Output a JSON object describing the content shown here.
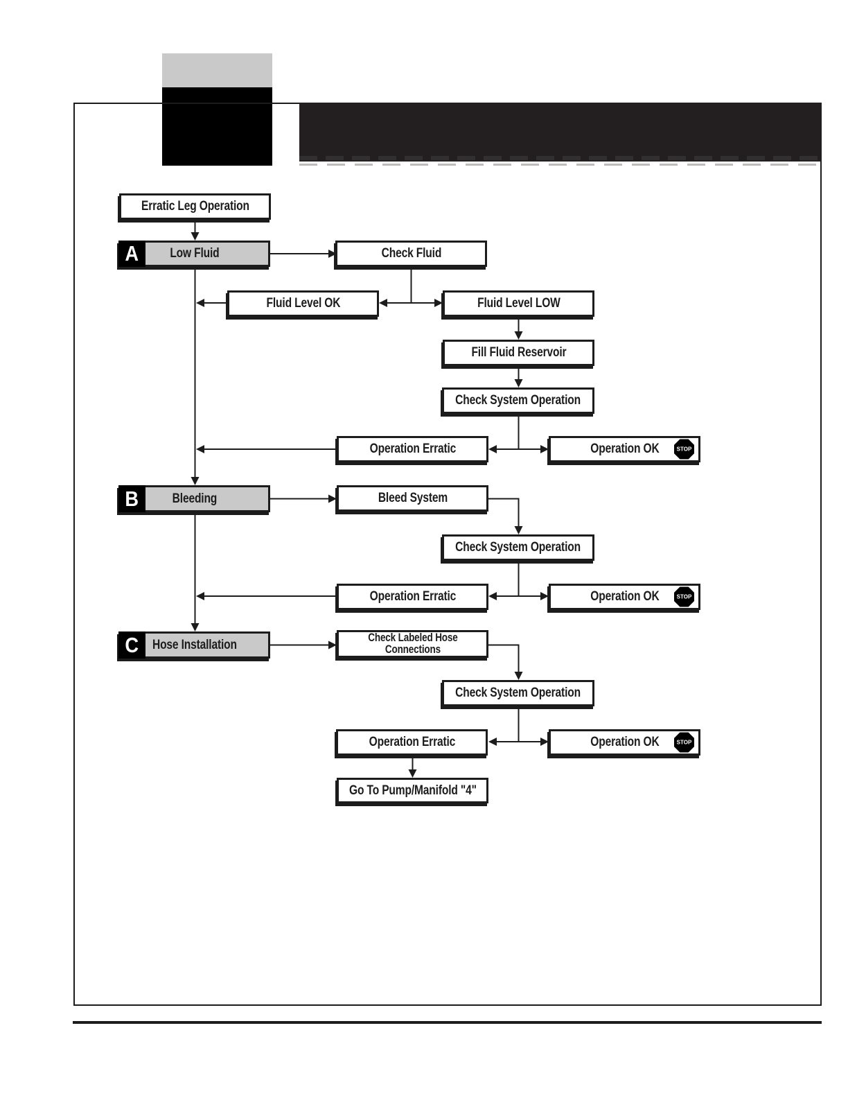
{
  "flowchart": {
    "title_node": "Erratic Leg Operation",
    "sections": {
      "a": {
        "letter": "A",
        "label": "Low Fluid"
      },
      "b": {
        "letter": "B",
        "label": "Bleeding"
      },
      "c": {
        "letter": "C",
        "label": "Hose Installation"
      }
    },
    "nodes": {
      "check_fluid": "Check Fluid",
      "fluid_level_ok": "Fluid Level OK",
      "fluid_level_low": "Fluid Level LOW",
      "fill_fluid_reservoir": "Fill Fluid Reservoir",
      "check_system_operation": "Check System Operation",
      "operation_erratic": "Operation Erratic",
      "operation_ok": "Operation OK",
      "bleed_system": "Bleed System",
      "check_labeled_hose_connections": "Check Labeled Hose Connections",
      "go_to_pump_manifold": "Go To Pump/Manifold \"4\""
    },
    "stop_badge": "STOP",
    "colors": {
      "header_bar": "#231f20",
      "section_fill": "#c9c9c9",
      "ink": "#1c1c1c"
    }
  }
}
